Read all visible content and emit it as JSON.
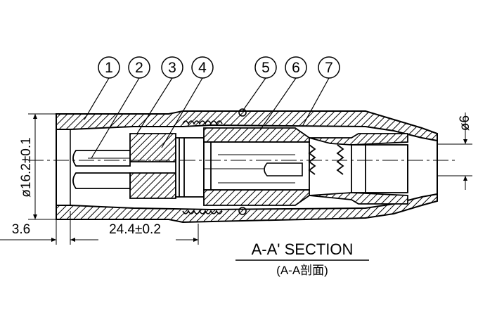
{
  "callouts": [
    "1",
    "2",
    "3",
    "4",
    "5",
    "6",
    "7"
  ],
  "dimensions": {
    "diameter_body": "ø16.2±0.1",
    "diameter_cable": "ø6",
    "length_front": "3.6",
    "length_main": "24.4±0.2"
  },
  "section": {
    "title": "A-A' SECTION",
    "subtitle": "(A-A剖面)"
  }
}
